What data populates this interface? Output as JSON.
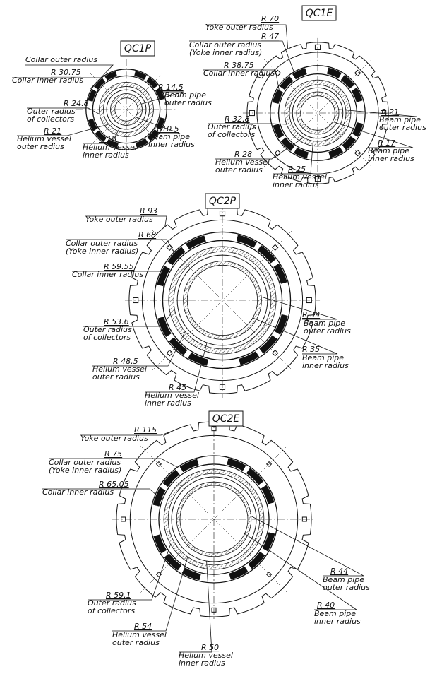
{
  "figure": {
    "background": "#ffffff",
    "line_color": "#111111",
    "magnets": [
      {
        "name": "QC1P",
        "has_yoke": false,
        "radii": {
          "collar_outer": null,
          "collar_inner": 30.75,
          "collector_outer": 24.8,
          "he_outer": 21,
          "he_inner": 18,
          "bp_outer": 14.5,
          "bp_inner": 10.5
        },
        "labels": [
          {
            "dim": "",
            "text": [
              "Collar outer radius"
            ]
          },
          {
            "dim": "R 30.75",
            "text": [
              "Collar inner radius"
            ]
          },
          {
            "dim": "R 24.8",
            "text": [
              "Outer radius",
              "of collectors"
            ]
          },
          {
            "dim": "R 21",
            "text": [
              "Helium vessel",
              "outer radius"
            ]
          },
          {
            "dim": "R 18",
            "text": [
              "Helium vessel",
              "inner radius"
            ]
          },
          {
            "dim": "R 14.5",
            "text": [
              "Beam pipe",
              "outer radius"
            ]
          },
          {
            "dim": "R 10.5",
            "text": [
              "Beam pipe",
              "inner radius"
            ]
          }
        ]
      },
      {
        "name": "QC1E",
        "has_yoke": true,
        "radii": {
          "yoke_outer": 70,
          "collar_outer": 47,
          "collar_inner": 38.75,
          "collector_outer": 32.8,
          "he_outer": 28,
          "he_inner": 25,
          "bp_outer": 21,
          "bp_inner": 17
        },
        "labels": [
          {
            "dim": "R 70",
            "text": [
              "Yoke outer radius"
            ]
          },
          {
            "dim": "R 47",
            "text": [
              "Collar outer radius",
              "(Yoke inner radius)"
            ]
          },
          {
            "dim": "R 38.75",
            "text": [
              "Collar inner radius"
            ]
          },
          {
            "dim": "R 32.8",
            "text": [
              "Outer radius",
              "of collectors"
            ]
          },
          {
            "dim": "R 28",
            "text": [
              "Helium vessel",
              "outer radius"
            ]
          },
          {
            "dim": "R 25",
            "text": [
              "Helium vessel",
              "inner radius"
            ]
          },
          {
            "dim": "R 21",
            "text": [
              "Beam pipe",
              "outer radius"
            ]
          },
          {
            "dim": "R 17",
            "text": [
              "Beam pipe",
              "inner radius"
            ]
          }
        ]
      },
      {
        "name": "QC2P",
        "has_yoke": true,
        "radii": {
          "yoke_outer": 93,
          "collar_outer": 68,
          "collar_inner": 59.55,
          "collector_outer": 53.6,
          "he_outer": 48.5,
          "he_inner": 45,
          "bp_outer": 39,
          "bp_inner": 35
        },
        "labels": [
          {
            "dim": "R 93",
            "text": [
              "Yoke outer radius"
            ]
          },
          {
            "dim": "R 68",
            "text": [
              "Collar outer radius",
              "(Yoke inner radius)"
            ]
          },
          {
            "dim": "R 59.55",
            "text": [
              "Collar inner radius"
            ]
          },
          {
            "dim": "R 53.6",
            "text": [
              "Outer radius",
              "of collectors"
            ]
          },
          {
            "dim": "R 48.5",
            "text": [
              "Helium vessel",
              "outer radius"
            ]
          },
          {
            "dim": "R 45",
            "text": [
              "Helium vessel",
              "inner radius"
            ]
          },
          {
            "dim": "R 39",
            "text": [
              "Beam pipe",
              "outer radius"
            ]
          },
          {
            "dim": "R 35",
            "text": [
              "Beam pipe",
              "inner radius"
            ]
          }
        ]
      },
      {
        "name": "QC2E",
        "has_yoke": true,
        "radii": {
          "yoke_outer": 115,
          "collar_outer": 75,
          "collar_inner": 65.05,
          "collector_outer": 59.1,
          "he_outer": 54,
          "he_inner": 50,
          "bp_outer": 44,
          "bp_inner": 40
        },
        "labels": [
          {
            "dim": "R 115",
            "text": [
              "Yoke outer radius"
            ]
          },
          {
            "dim": "R 75",
            "text": [
              "Collar outer radius",
              "(Yoke inner radius)"
            ]
          },
          {
            "dim": "R 65.05",
            "text": [
              "Collar inner radius"
            ]
          },
          {
            "dim": "R 59.1",
            "text": [
              "Outer radius",
              "of collectors"
            ]
          },
          {
            "dim": "R 54",
            "text": [
              "Helium vessel",
              "outer radius"
            ]
          },
          {
            "dim": "R 50",
            "text": [
              "Helium vessel",
              "inner radius"
            ]
          },
          {
            "dim": "R 44",
            "text": [
              "Beam pipe",
              "outer radius"
            ]
          },
          {
            "dim": "R 40",
            "text": [
              "Beam pipe",
              "inner radius"
            ]
          }
        ]
      }
    ]
  }
}
